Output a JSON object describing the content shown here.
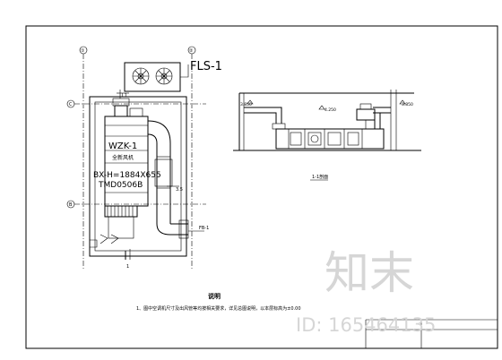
{
  "plan": {
    "fan_label": "FLS-1",
    "unit_label": "WZK-1",
    "unit_note": "全新风机",
    "dims_label": "BX-H=1884X655",
    "model_label": "TMD0506B",
    "grid_axis_top": "①",
    "grid_axis_right": "②",
    "grid_axis_left": "C",
    "grid_axis_bottom": "B",
    "section_mark": "1",
    "dim_small_1": "L1",
    "dim_small_2": "3.5",
    "dim_small_3": "FB-1"
  },
  "section": {
    "title": "1-1剖面",
    "elev_left": "3.850",
    "elev_mid": "4.250",
    "elev_right": "3.850"
  },
  "notes": {
    "heading": "说明",
    "line1": "1、图中空调机尺寸及出风管等均按相关要求，详见总图说明，以本层标高为±0.00"
  },
  "watermark": {
    "brand": "知末",
    "id_text": "ID: 165464135"
  }
}
